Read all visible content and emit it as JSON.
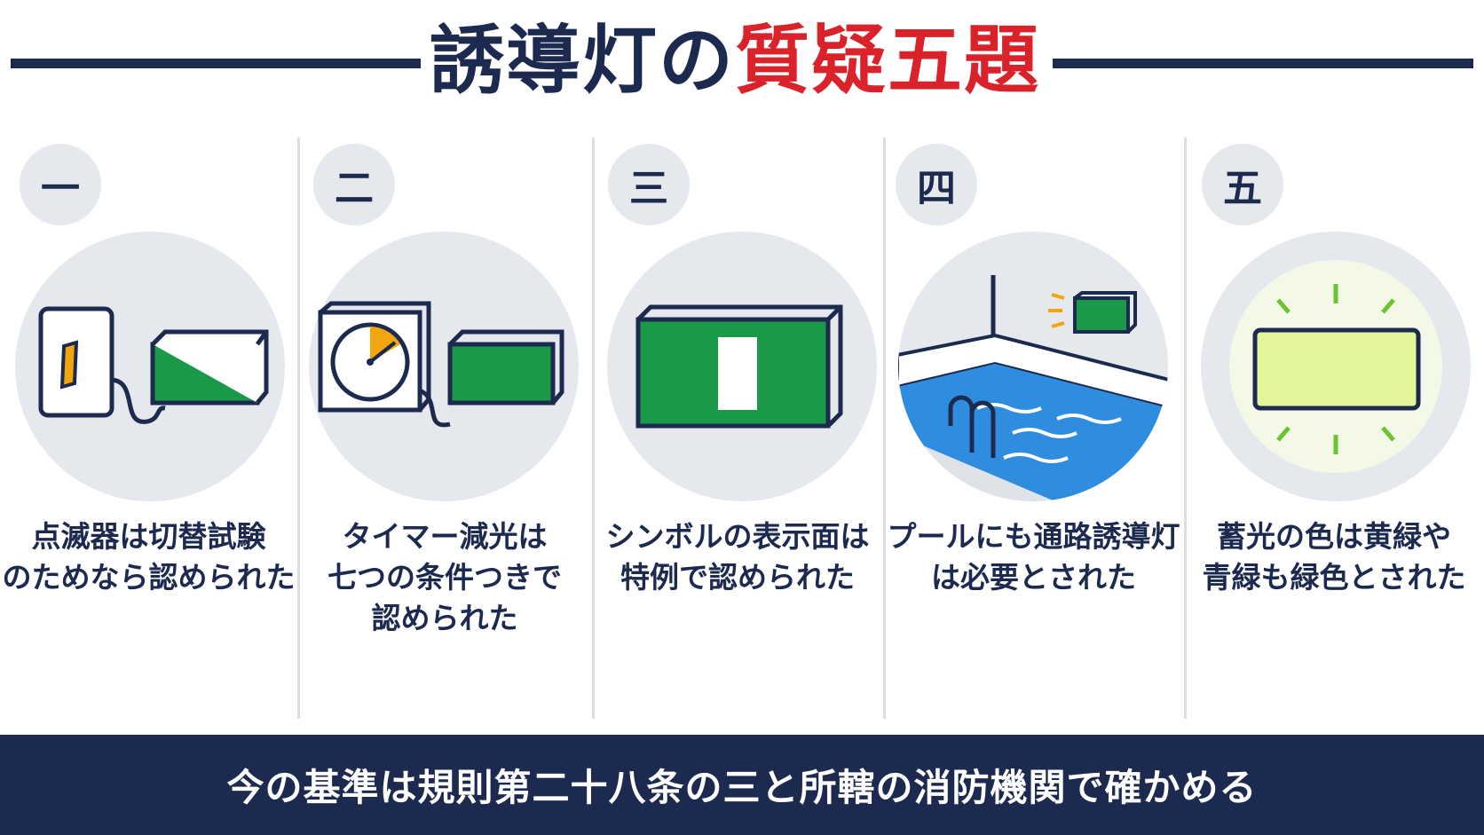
{
  "title": {
    "part1": "誘導灯の",
    "part2": "質疑五題"
  },
  "colors": {
    "navy": "#1c2a4f",
    "red": "#d9222a",
    "green": "#1a9a48",
    "circle": "#e5e8ed",
    "glow": "#e1f79a"
  },
  "items": [
    {
      "number": "一",
      "caption": "点滅器は切替試験\nのためなら認められた",
      "icon": "switch-and-sign-icon"
    },
    {
      "number": "二",
      "caption": "タイマー減光は\n七つの条件つきで\n認められた",
      "icon": "timer-and-sign-icon"
    },
    {
      "number": "三",
      "caption": "シンボルの表示面は\n特例で認められた",
      "icon": "symbol-sign-icon"
    },
    {
      "number": "四",
      "caption": "プールにも通路誘導灯\nは必要とされた",
      "icon": "pool-sign-icon"
    },
    {
      "number": "五",
      "caption": "蓄光の色は黄緑や\n青緑も緑色とされた",
      "icon": "glow-panel-icon"
    }
  ],
  "footer": {
    "text": "今の基準は規則第二十八条の三と所轄の消防機関で確かめる"
  }
}
